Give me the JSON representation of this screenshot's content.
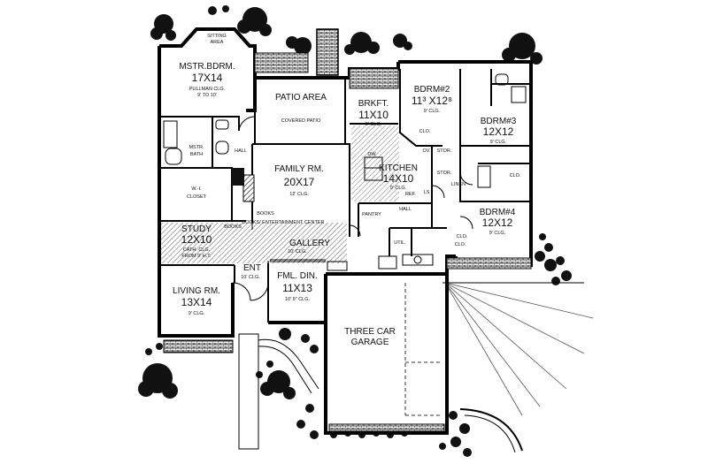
{
  "rooms": {
    "sitting": {
      "name_l1": "SITTING",
      "name_l2": "AREA"
    },
    "mstr_bdrm": {
      "name": "MSTR.BDRM.",
      "dims": "17X14",
      "ceiling_l1": "PULLMAN CLG.",
      "ceiling_l2": "9' TO 10'"
    },
    "patio": {
      "name": "PATIO AREA",
      "sub": "COVERED PATIO"
    },
    "brkft": {
      "name": "BRKFT.",
      "dims": "11X10",
      "ceiling": "9' CLG."
    },
    "bdrm2": {
      "name": "BDRM#2",
      "dims": "11³ X12⁸",
      "ceiling": "9' CLG."
    },
    "bdrm3": {
      "name": "BDRM#3",
      "dims": "12X12",
      "ceiling": "9' CLG."
    },
    "bdrm4": {
      "name": "BDRM#4",
      "dims": "12X12",
      "ceiling": "9' CLG."
    },
    "mstr_bath": {
      "name_l1": "MSTR.",
      "name_l2": "BATH"
    },
    "closet": {
      "name_l1": "W.-I.",
      "name_l2": "CLOSET"
    },
    "family": {
      "name": "FAMILY RM.",
      "dims": "20X17",
      "ceiling": "12' CLG."
    },
    "kitchen": {
      "name": "KITCHEN",
      "dims": "14X10",
      "ceiling": "9' CLG."
    },
    "study": {
      "name": "STUDY",
      "dims": "12X10",
      "ceiling_l1": "CATH. CLG.",
      "ceiling_l2": "FROM 9' H.T."
    },
    "gallery": {
      "name": "GALLERY",
      "ceiling": "10' CLG."
    },
    "ent": {
      "name": "ENT",
      "ceiling": "10' CLG."
    },
    "fml_din": {
      "name": "FML. DIN.",
      "dims": "11X13",
      "ceiling": "10' 9\" CLG."
    },
    "living": {
      "name": "LIVING RM.",
      "dims": "13X14",
      "ceiling": "9' CLG."
    },
    "garage": {
      "name_l1": "THREE CAR",
      "name_l2": "GARAGE"
    },
    "util": {
      "name": "UTIL."
    }
  },
  "labels": {
    "hall_left": "HALL",
    "hall_center": "HALL",
    "books": "BOOKS",
    "entertainment": "BOOKS/ ENTERTAINMENT CENTER",
    "books_small": "BOOKS",
    "pantry": "PANTRY",
    "dw": "DW",
    "ov": "OV.",
    "ref": "REF.",
    "ls": "LS",
    "stor1": "STOR.",
    "stor2": "STOR.",
    "linen": "LINEN",
    "clo_b2": "CLO.",
    "clo_b3": "CLO.",
    "clo_b4": "CLO.",
    "clo_b4b": "CLO."
  }
}
